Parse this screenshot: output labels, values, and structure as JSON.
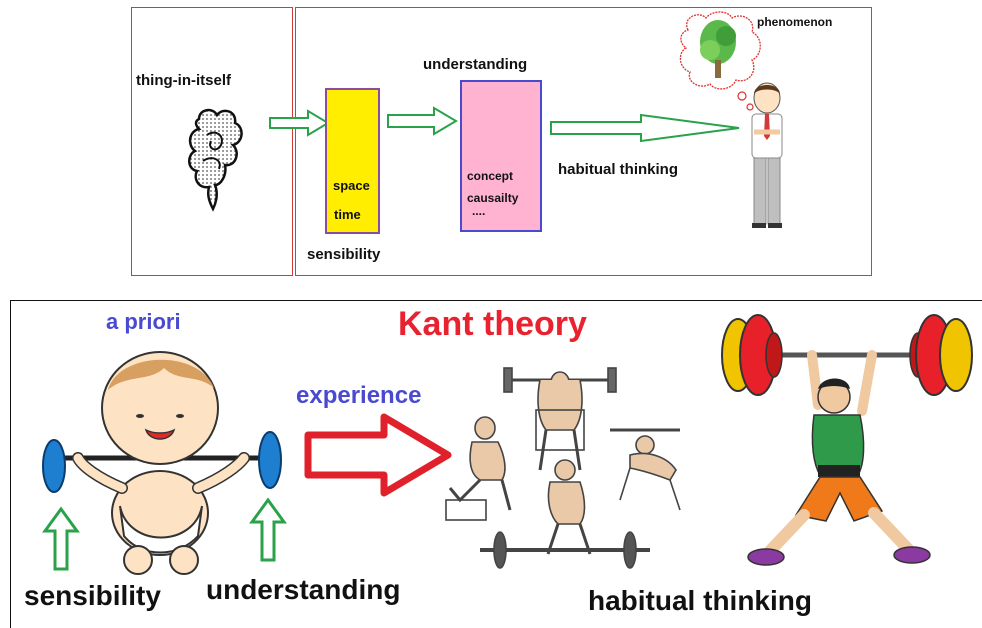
{
  "top_diagram": {
    "thing_in_itself": "thing-in-itself",
    "understanding": "understanding",
    "phenomenon": "phenomenon",
    "space": "space",
    "time": "time",
    "sensibility": "sensibility",
    "concept": "concept",
    "causality": "causailty",
    "ellipsis": "....",
    "habitual_thinking": "habitual thinking"
  },
  "bottom_panel": {
    "title": "Kant theory",
    "a_priori": "a priori",
    "experience": "experience",
    "sensibility": "sensibility",
    "understanding": "understanding",
    "habitual_thinking": "habitual thinking"
  },
  "colors": {
    "frame_red": "#d23a3a",
    "frame_blue": "#5b5bd6",
    "yellow_box": "#ffee00",
    "pink_box": "#ffb3d1",
    "arrow_green": "#2aa24a",
    "title_red": "#e8232f",
    "label_blue": "#4a4ad0",
    "big_arrow_red": "#e0202a"
  },
  "icons": [
    "cloud-icon",
    "tree-thought-icon",
    "man-figure",
    "baby-figure",
    "weightlifting-illustration",
    "weightlifter-figure"
  ]
}
